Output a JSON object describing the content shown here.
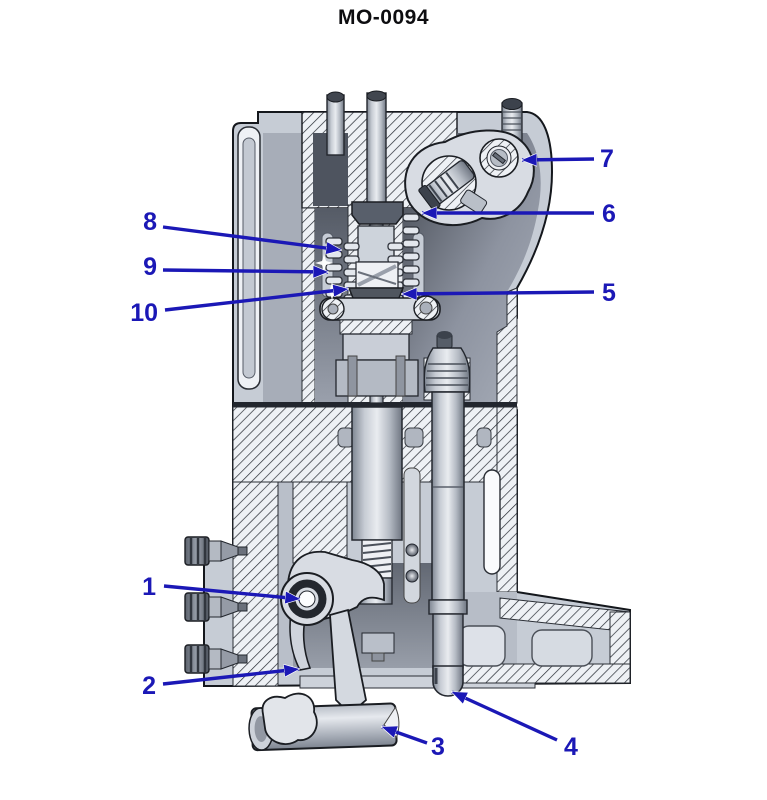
{
  "title": "MO-0094",
  "figure": {
    "kind": "technical-cross-section",
    "callout_count": "10"
  },
  "colors": {
    "callout_blue": "#1b18b6",
    "outline": "#14171c",
    "metal_light": "#c6ccd5",
    "metal_mid": "#a7adb8",
    "metal_dark": "#585f6b",
    "cavity_dark": "#555b66",
    "hatch_background": "#eef1f5",
    "background": "#ffffff"
  },
  "callouts": {
    "c1": {
      "label": "1"
    },
    "c2": {
      "label": "2"
    },
    "c3": {
      "label": "3"
    },
    "c4": {
      "label": "4"
    },
    "c5": {
      "label": "5"
    },
    "c6": {
      "label": "6"
    },
    "c7": {
      "label": "7"
    },
    "c8": {
      "label": "8"
    },
    "c9": {
      "label": "9"
    },
    "c10": {
      "label": "10"
    }
  }
}
